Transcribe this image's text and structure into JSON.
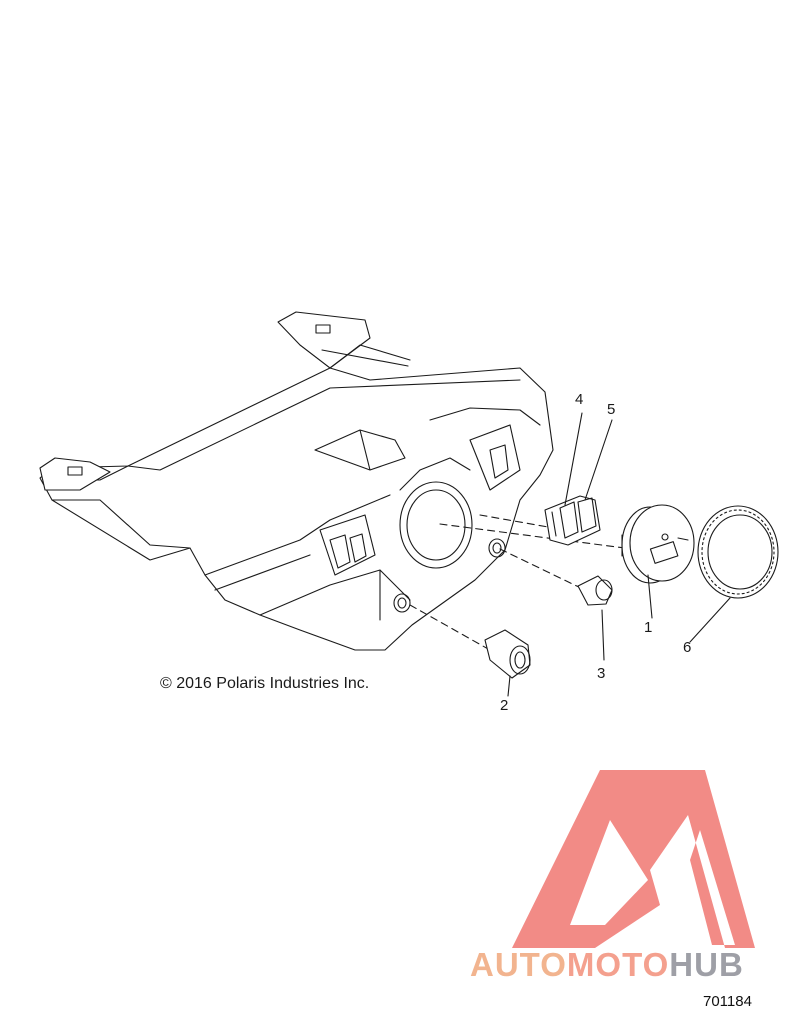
{
  "copyright": "© 2016 Polaris Industries Inc.",
  "figure_number": "701184",
  "callouts": [
    "1",
    "2",
    "3",
    "4",
    "5",
    "6"
  ],
  "watermark": {
    "part1": "AUTO",
    "part2": "MOTO",
    "part3": "HUB",
    "colors": {
      "auto": "#f2b48f",
      "moto": "#f4a08e",
      "hub": "#9e9fa6",
      "logo": "#f28b86"
    }
  },
  "icons": [
    "watermark-logo-icon"
  ]
}
